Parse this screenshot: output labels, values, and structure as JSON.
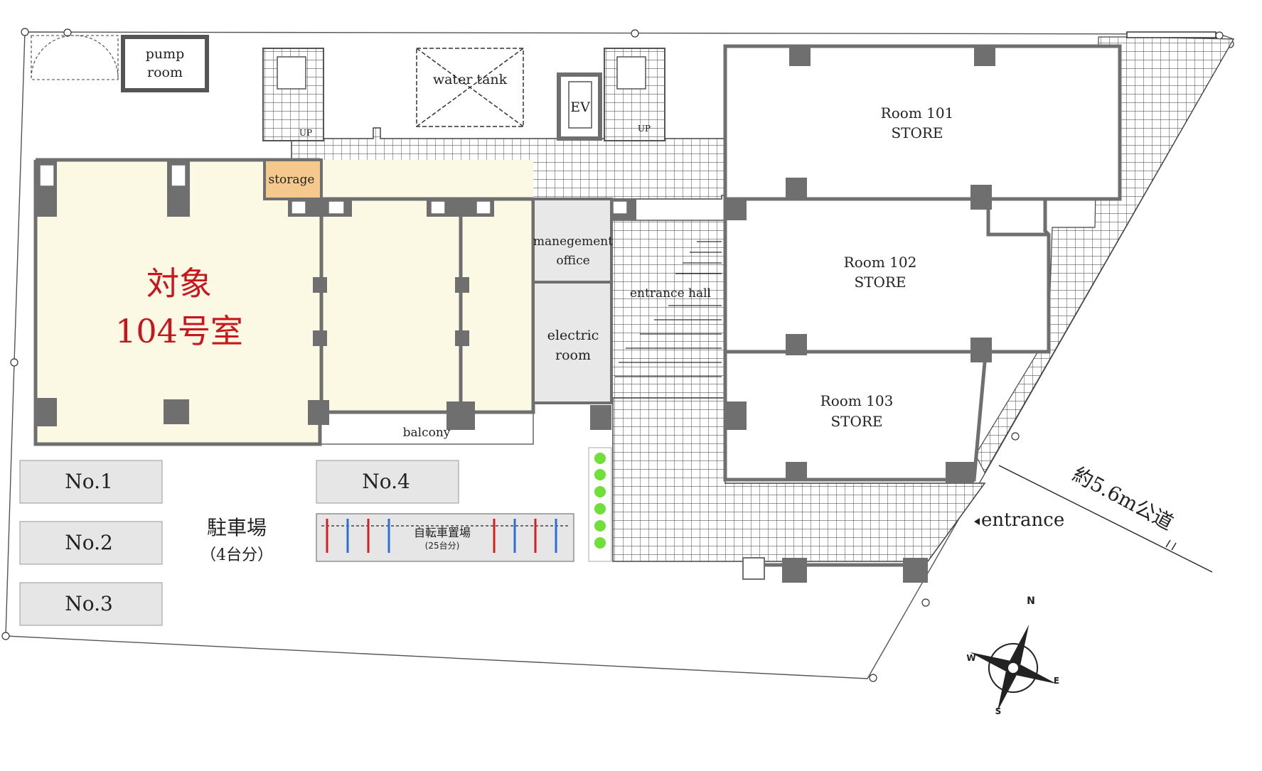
{
  "colors": {
    "target_fill": "#fbf8e3",
    "storage_fill": "#f5c98e",
    "wall": "#6f6f6f",
    "service_room": "#e8e8e8",
    "parking_slot": "#e6e6e6",
    "target_text": "#c8161d",
    "plant": "#6fe03a"
  },
  "target_unit": {
    "line1": "対象",
    "line2": "104号室"
  },
  "rooms": {
    "pump": {
      "line1": "pump",
      "line2": "room"
    },
    "water_tank": "water tank",
    "ev": "EV",
    "up_left": "UP",
    "up_right": "UP",
    "storage": "storage",
    "management": {
      "line1": "manegement",
      "line2": "office"
    },
    "electric": {
      "line1": "electric",
      "line2": "room"
    },
    "entrance_hall": "entrance hall",
    "balcony": "balcony",
    "room101": {
      "line1": "Room 101",
      "line2": "STORE"
    },
    "room102": {
      "line1": "Room 102",
      "line2": "STORE"
    },
    "room103": {
      "line1": "Room 103",
      "line2": "STORE"
    }
  },
  "parking": {
    "slots": [
      "No.1",
      "No.2",
      "No.3",
      "No.4"
    ],
    "label": "駐車場",
    "capacity": "（4台分）"
  },
  "bicycle": {
    "label": "自転車置場",
    "capacity": "(25台分)"
  },
  "entrance": "entrance",
  "road": "約5.6m公道",
  "compass": {
    "n": "N",
    "e": "E",
    "s": "S",
    "w": "W"
  }
}
